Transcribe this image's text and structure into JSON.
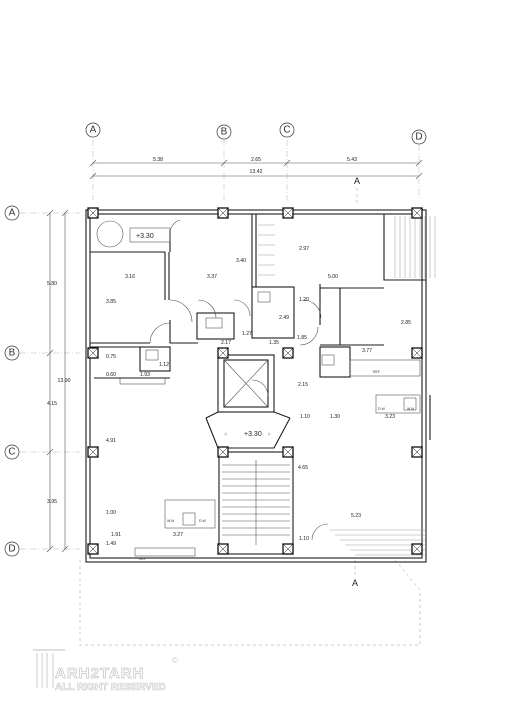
{
  "grid_axes": {
    "columns": [
      "A",
      "B",
      "C",
      "D"
    ],
    "rows": [
      "A",
      "B",
      "C",
      "D"
    ]
  },
  "section_markers": {
    "top": "A",
    "bottom": "A"
  },
  "dimensions": {
    "top_spans": [
      "5.38",
      "2.65",
      "5.43"
    ],
    "top_total": "13.42",
    "left_spans": [
      "5.80",
      "4.15",
      "3.95"
    ],
    "left_total": "13.90"
  },
  "levels": {
    "balcony": "+3.30",
    "entrance": "+3.30"
  },
  "interior_dims": {
    "d_3_16": "3.16",
    "d_3_37": "3.37",
    "d_3_40": "3.40",
    "d_2_97": "2.97",
    "d_5_00": "5.00",
    "d_3_85": "3.85",
    "d_1_20": "1.20",
    "d_2_49": "2.49",
    "d_2_85": "2.85",
    "d_1_27": "1.27",
    "d_0_75": "0.75",
    "d_1_12": "1.12",
    "d_2_17": "2.17",
    "d_1_35": "1.35",
    "d_1_85": "1.85",
    "d_3_77": "3.77",
    "d_0_60": "0.60",
    "d_1_93": "1.93",
    "d_2_15": "2.15",
    "d_1_10a": "1.10",
    "d_1_30": "1.30",
    "d_3_23": "3.23",
    "d_4_91": "4.91",
    "d_4_65": "4.65",
    "d_1_00": "1.00",
    "d_5_23": "5.23",
    "d_1_91": "1.91",
    "d_3_27": "3.27",
    "d_1_49": "1.49",
    "d_1_10b": "1.10"
  },
  "appliance_labels": {
    "ref": "REF",
    "wm": "W.M",
    "dw": "D.W"
  },
  "watermark": {
    "brand": "ARH2TARH",
    "tagline": "ALL RIGHT RESERVED",
    "copyright": "©"
  }
}
